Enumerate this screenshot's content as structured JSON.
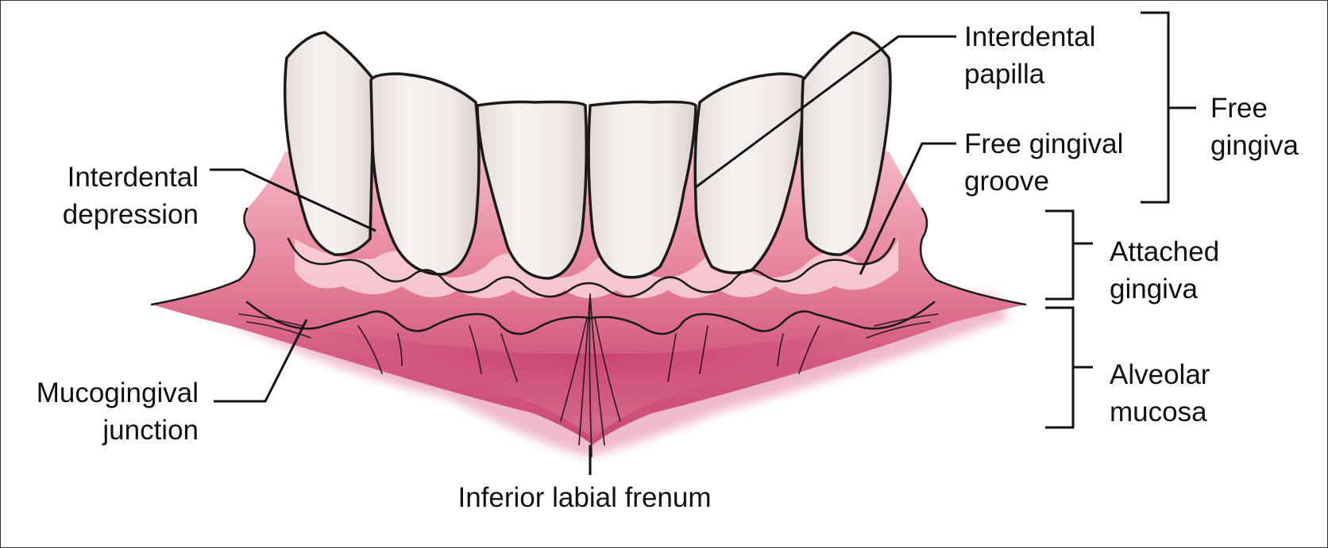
{
  "labels": {
    "interdental_papilla": [
      "Interdental",
      "papilla"
    ],
    "free_gingival_groove": [
      "Free gingival",
      "groove"
    ],
    "free_gingiva": [
      "Free",
      "gingiva"
    ],
    "interdental_depression": [
      "Interdental",
      "depression"
    ],
    "attached_gingiva": [
      "Attached",
      "gingiva"
    ],
    "alveolar_mucosa": [
      "Alveolar",
      "mucosa"
    ],
    "mucogingival_junction": [
      "Mucogingival",
      "junction"
    ],
    "inferior_labial_frenum": "Inferior labial frenum"
  },
  "colors": {
    "mucosa_dark": "#c94a72",
    "mucosa_mid": "#e07b94",
    "gingiva_pink": "#ee9fb0",
    "gingiva_light": "#f6c7d1",
    "tooth_fill": "#f1ece9",
    "tooth_shade": "#d9d0cc",
    "line": "#111111"
  }
}
